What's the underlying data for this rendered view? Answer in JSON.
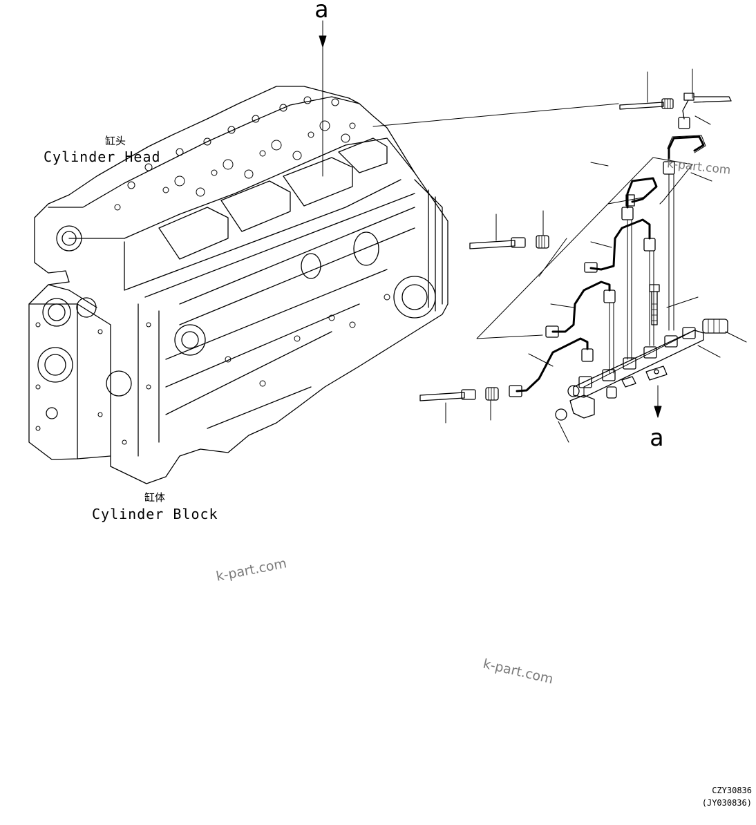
{
  "labels": {
    "cylinder_head_cn": "缸头",
    "cylinder_head_en": "Cylinder Head",
    "cylinder_block_cn": "缸体",
    "cylinder_block_en": "Cylinder Block",
    "ref_top": "a",
    "ref_bottom": "a"
  },
  "watermarks": [
    "k-part.com",
    "k-part.com",
    "k-part.com"
  ],
  "drawing_codes": {
    "primary": "CZY30836",
    "secondary": "(JY030836)"
  },
  "colors": {
    "line": "#000000",
    "watermark": "#7a7a7a",
    "background": "#ffffff"
  }
}
